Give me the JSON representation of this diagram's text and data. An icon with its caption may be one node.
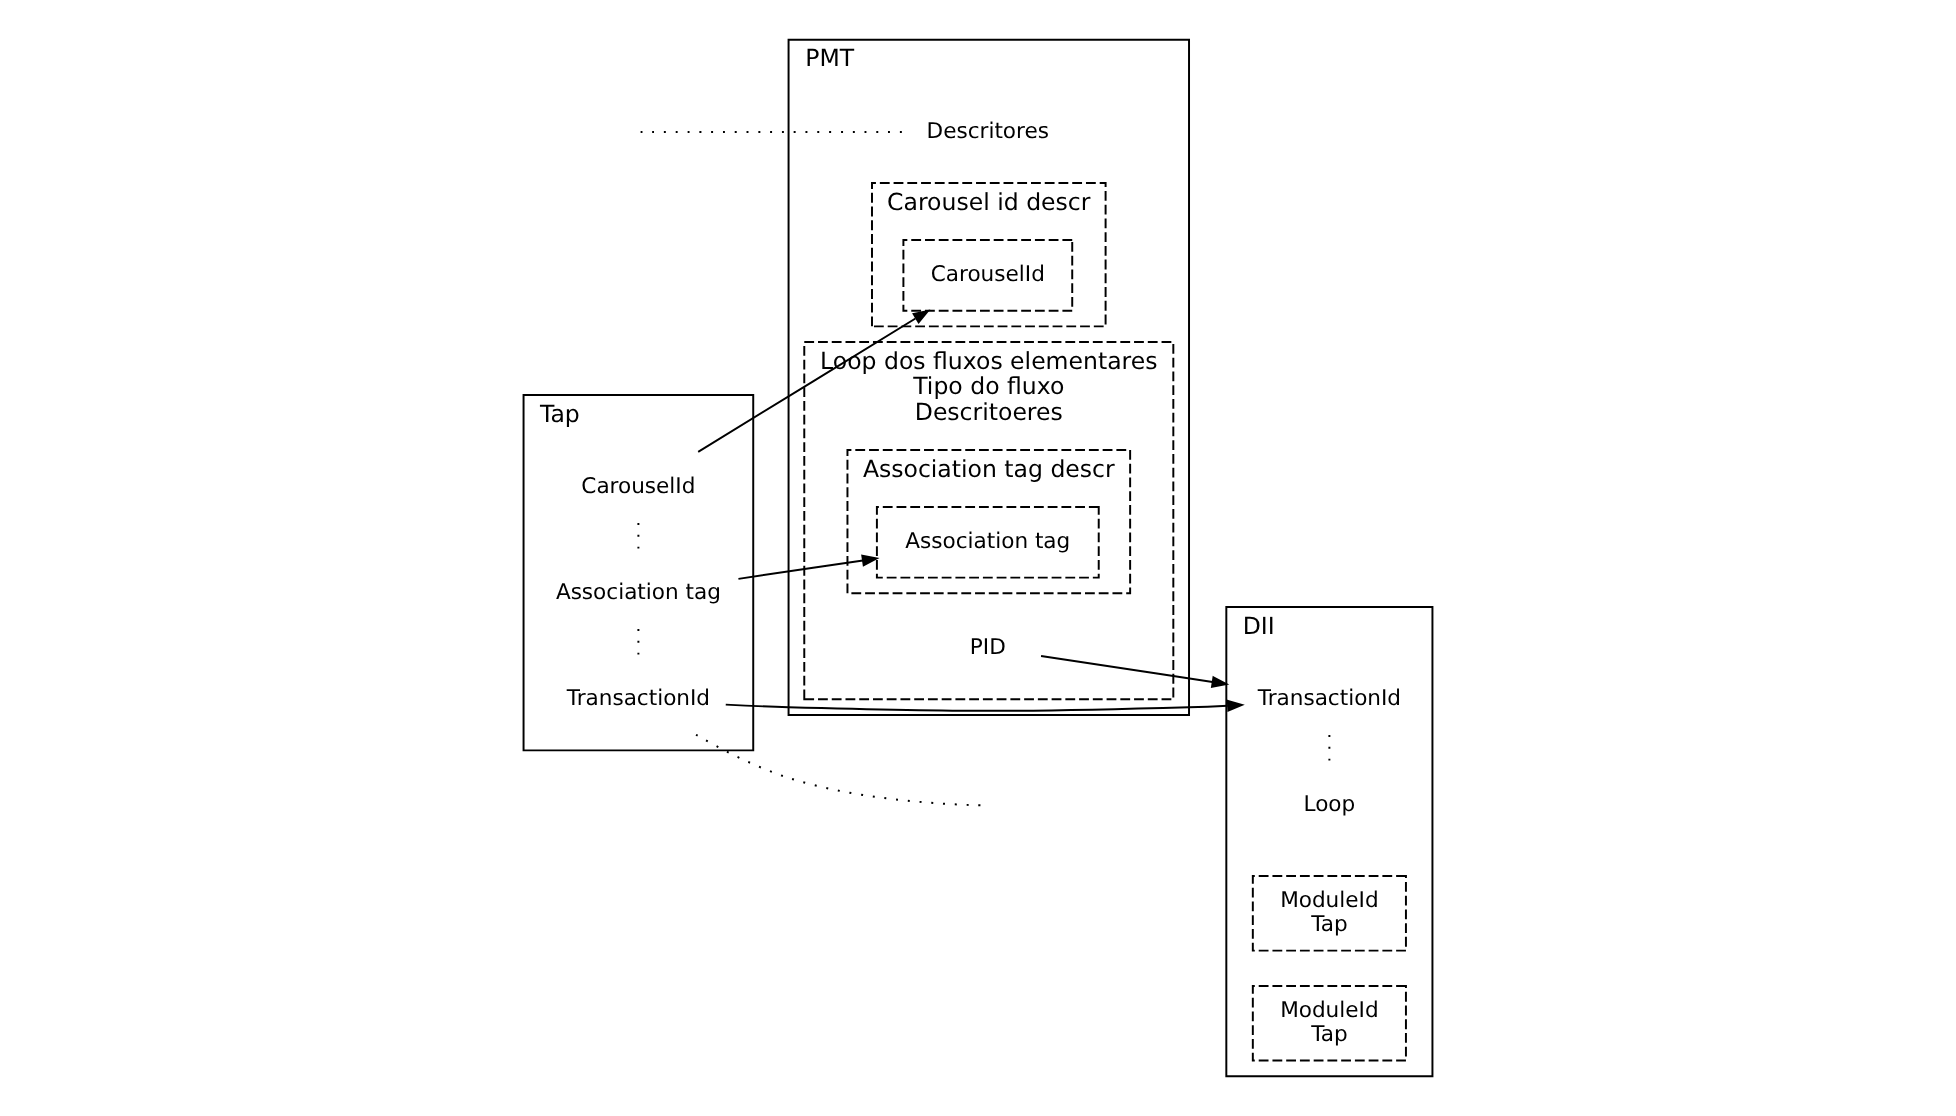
{
  "diagram": {
    "nodes": [
      {
        "text": [
          "Tap"
        ]
      },
      {
        "text": [
          "CarouselId"
        ],
        "in": 0
      },
      {
        "text": [
          "Association tag"
        ],
        "in": 0
      },
      {
        "text": [
          "TransactionId"
        ],
        "in": 0
      },
      {
        "text": [
          "PMT"
        ]
      },
      {
        "text": [
          "Descritores"
        ],
        "in": 4
      },
      {
        "text": [
          "Carousel id descr"
        ],
        "in": 4
      },
      {
        "text": [
          "CarouselId"
        ],
        "in": 6
      },
      {
        "text": [
          "Loop dos fluxos elementares",
          "Tipo do fluxo",
          "Descritoeres"
        ],
        "in": 4
      },
      {
        "text": [
          "PID"
        ],
        "in": 8
      },
      {
        "text": [
          "Association tag descr"
        ],
        "in": 8
      },
      {
        "text": [
          "Association tag"
        ],
        "in": 10
      },
      {
        "text": [
          "DII"
        ]
      },
      {
        "text": [
          "TransactionId"
        ],
        "in": 12
      },
      {
        "text": [
          "Loop"
        ],
        "in": 12
      },
      {
        "text": [
          "ModuleId",
          "Tap"
        ],
        "in": 12
      },
      {
        "text": [
          "ModuleId",
          "Tap"
        ],
        "in": 12
      }
    ],
    "edges": [
      {
        "from": 1,
        "to": 7,
        "arrow": "to"
      },
      {
        "from": 9,
        "to": 12,
        "arrow": "to"
      },
      {
        "from": 3,
        "to": 13,
        "arrow": "to"
      },
      {
        "from": 2,
        "to": 11,
        "arrow": "to"
      },
      {
        "from": 1,
        "to": 2,
        "arrow": "none",
        "style": "dashed"
      },
      {
        "from": 2,
        "to": 3,
        "arrow": "none",
        "style": "dashed"
      },
      {
        "from": 3,
        "to": null,
        "arrow": "none",
        "style": "dashed"
      },
      {
        "from": null,
        "to": 5,
        "arrow": "none",
        "style": "dashed"
      },
      {
        "from": 13,
        "to": 14,
        "arrow": "none",
        "style": "dashed"
      }
    ]
  }
}
